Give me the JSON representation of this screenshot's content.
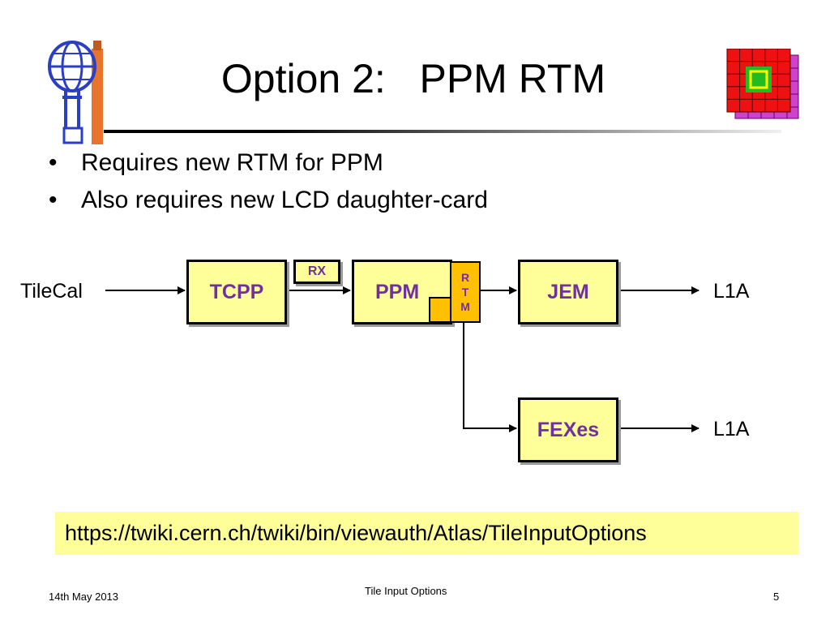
{
  "slide": {
    "title": "Option 2:   PPM RTM",
    "bullets": [
      "Requires new RTM for PPM",
      "Also requires new LCD daughter-card"
    ]
  },
  "diagram": {
    "input_label": "TileCal",
    "rx_label": "RX",
    "boxes": {
      "tcpp": "TCPP",
      "ppm": "PPM",
      "jem": "JEM",
      "fexes": "FEXes"
    },
    "rtm_letters": [
      "R",
      "T",
      "M"
    ],
    "output_top": "L1A",
    "output_bottom": "L1A",
    "colors": {
      "box_fill": "#ffff99",
      "box_text": "#7030a0",
      "rtm_fill": "#ffc000"
    }
  },
  "link": {
    "url": "https://twiki.cern.ch/twiki/bin/viewauth/Atlas/TileInputOptions"
  },
  "footer": {
    "date": "14th May 2013",
    "center": "Tile Input Options",
    "page": "5"
  },
  "icons": [
    "atlas-logo-icon",
    "calorimeter-grid-icon"
  ]
}
